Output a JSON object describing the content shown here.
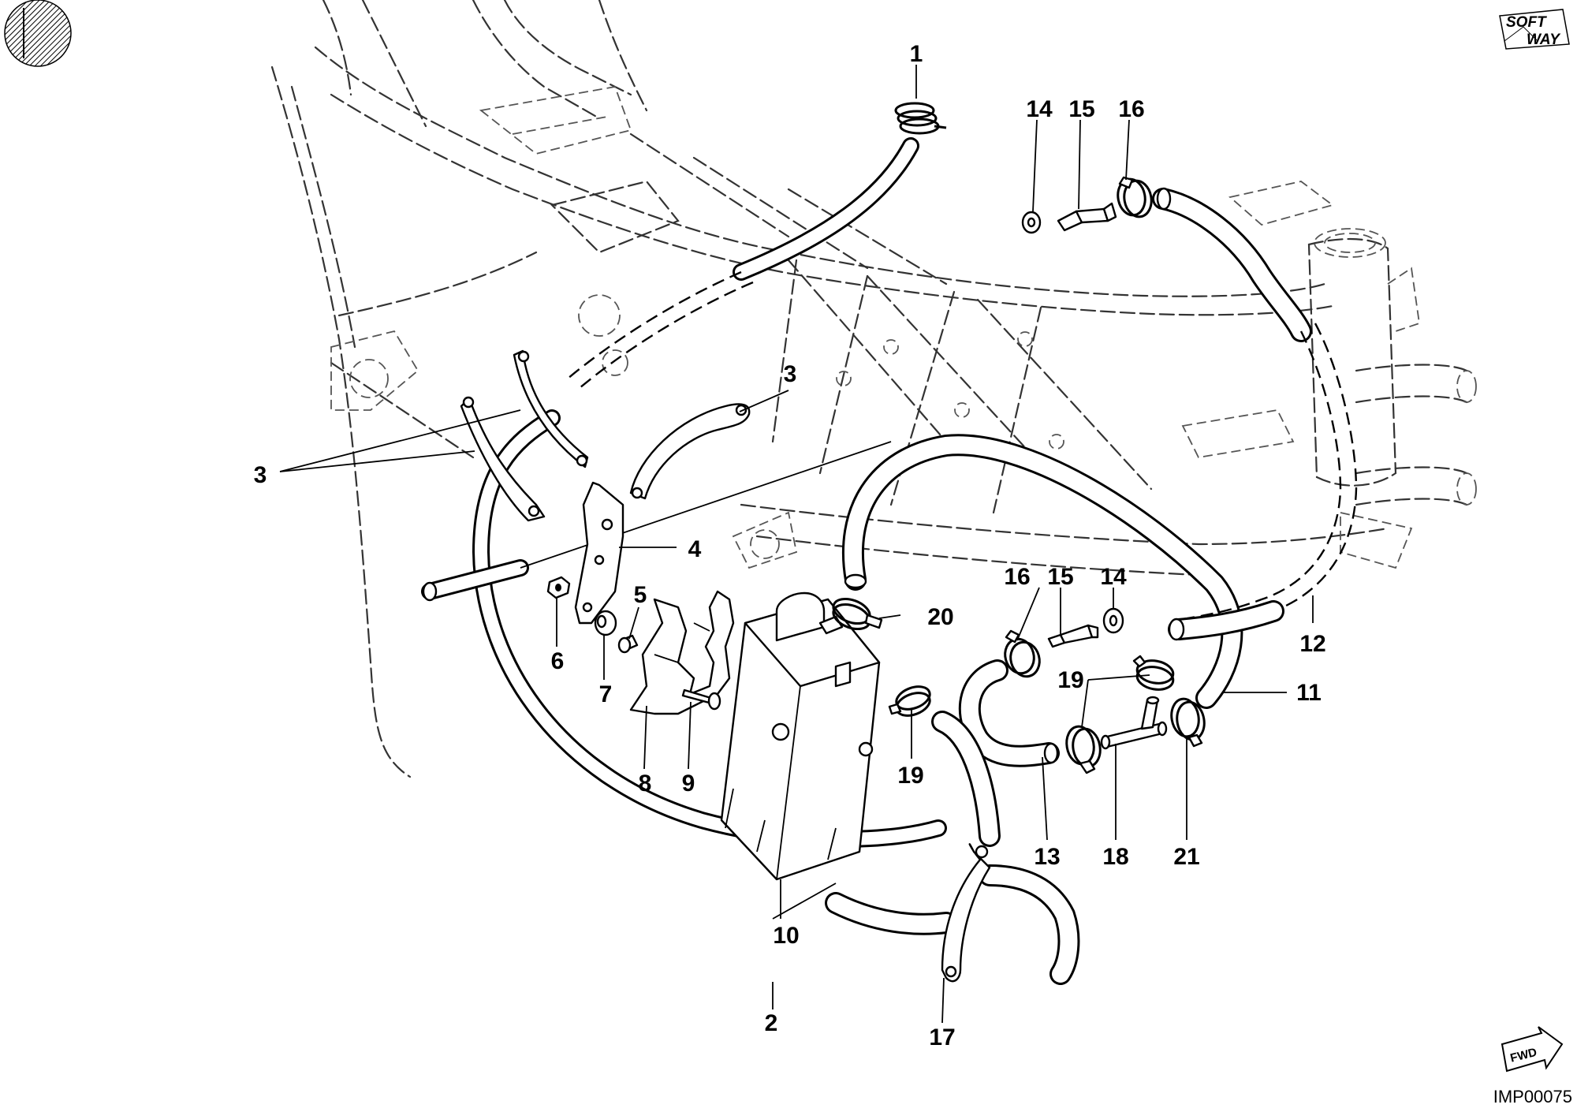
{
  "drawing_code": "IMP00075",
  "logo": {
    "line1": "SOFT",
    "line2": "WAY"
  },
  "fwd_arrow": {
    "label": "FWD"
  },
  "callouts": [
    {
      "id": "c1",
      "text": "1"
    },
    {
      "id": "c2",
      "text": "2"
    },
    {
      "id": "c3a",
      "text": "3"
    },
    {
      "id": "c3b",
      "text": "3"
    },
    {
      "id": "c4",
      "text": "4"
    },
    {
      "id": "c5",
      "text": "5"
    },
    {
      "id": "c6",
      "text": "6"
    },
    {
      "id": "c7",
      "text": "7"
    },
    {
      "id": "c8",
      "text": "8"
    },
    {
      "id": "c9",
      "text": "9"
    },
    {
      "id": "c10",
      "text": "10"
    },
    {
      "id": "c11",
      "text": "11"
    },
    {
      "id": "c12",
      "text": "12"
    },
    {
      "id": "c13",
      "text": "13"
    },
    {
      "id": "c14a",
      "text": "14"
    },
    {
      "id": "c14b",
      "text": "14"
    },
    {
      "id": "c15a",
      "text": "15"
    },
    {
      "id": "c15b",
      "text": "15"
    },
    {
      "id": "c16a",
      "text": "16"
    },
    {
      "id": "c16b",
      "text": "16"
    },
    {
      "id": "c17",
      "text": "17"
    },
    {
      "id": "c18",
      "text": "18"
    },
    {
      "id": "c19a",
      "text": "19"
    },
    {
      "id": "c19b",
      "text": "19"
    },
    {
      "id": "c20",
      "text": "20"
    },
    {
      "id": "c21",
      "text": "21"
    }
  ]
}
